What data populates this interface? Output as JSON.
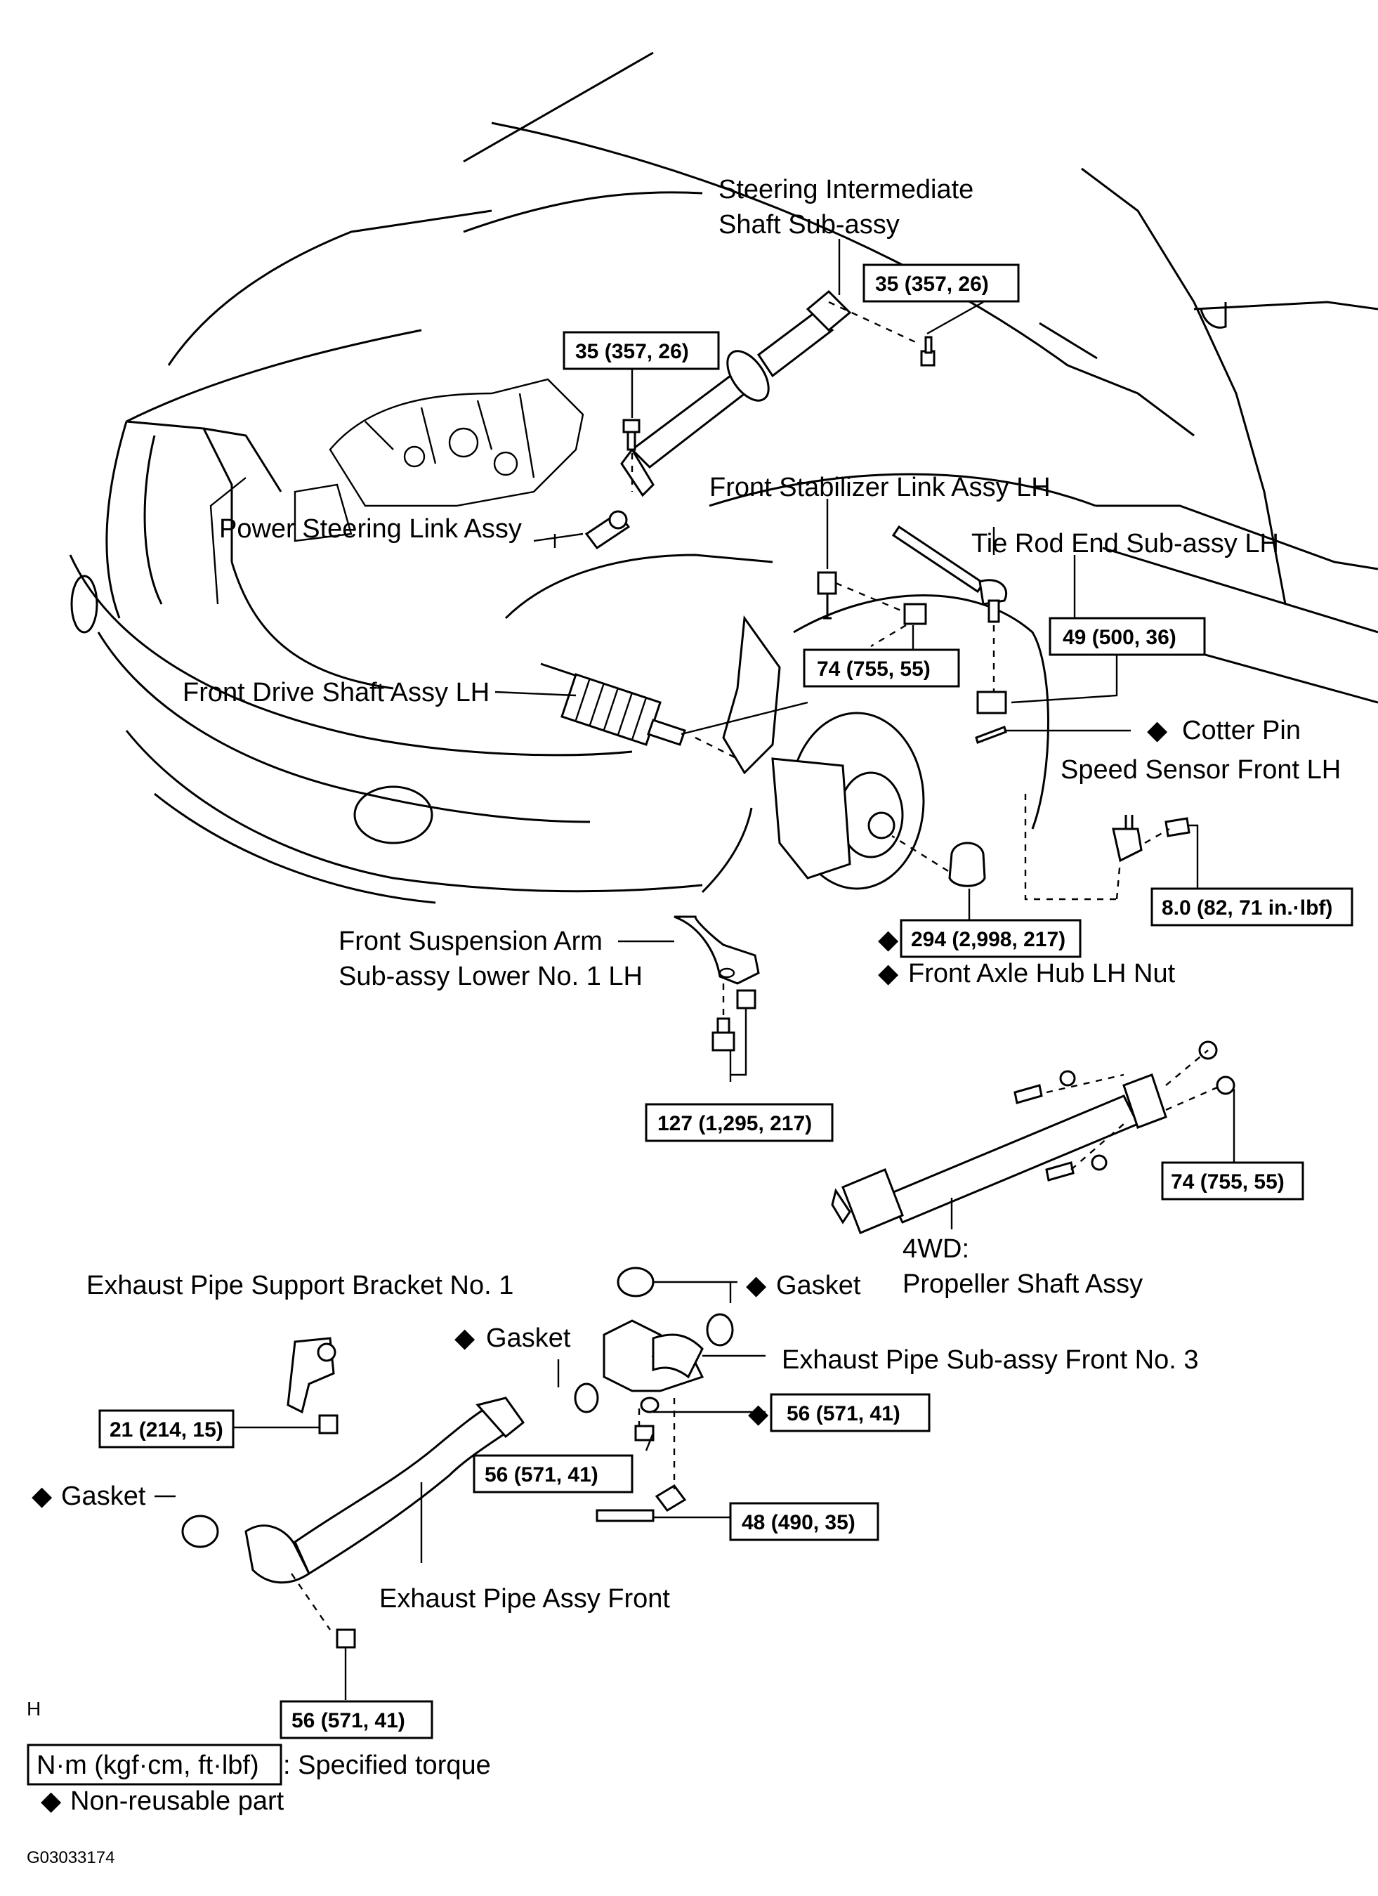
{
  "labels": {
    "steering_intermediate_1": "Steering Intermediate",
    "steering_intermediate_2": "Shaft  Sub-assy",
    "power_steering_link": "Power Steering Link Assy",
    "front_stabilizer_link": "Front Stabilizer Link Assy LH",
    "tie_rod_end": "Tie Rod End Sub-assy LH",
    "front_drive_shaft": "Front Drive Shaft Assy LH",
    "cotter_pin": "Cotter Pin",
    "speed_sensor": "Speed Sensor Front LH",
    "front_suspension_arm_1": "Front Suspension Arm",
    "front_suspension_arm_2": "Sub-assy Lower No. 1 LH",
    "front_axle_hub_nut": "Front Axle Hub LH Nut",
    "propeller_1": "4WD:",
    "propeller_2": "Propeller Shaft Assy",
    "exhaust_bracket": "Exhaust Pipe Support Bracket No. 1",
    "gasket_top": "Gasket",
    "gasket_mid": "Gasket",
    "gasket_left": "Gasket",
    "exhaust_sub_front3": "Exhaust Pipe Sub-assy Front No. 3",
    "exhaust_front": "Exhaust Pipe Assy Front",
    "view_letter": "H"
  },
  "torques": {
    "t1": "35 (357, 26)",
    "t2": "35 (357, 26)",
    "t3": "74 (755, 55)",
    "t4": "49 (500, 36)",
    "t5": "8.0 (82, 71 in.·lbf)",
    "t6": "294 (2,998, 217)",
    "t7": "127 (1,295, 217)",
    "t8": "74 (755, 55)",
    "t9": "21 (214, 15)",
    "t10": "56 (571, 41)",
    "t11": "56 (571, 41)",
    "t12": "48 (490, 35)",
    "t13": "56 (571, 41)"
  },
  "legend": {
    "unit_box": "N·m (kgf·cm, ft·lbf)",
    "unit_text": ": Specified torque",
    "nonreusable": "Non-reusable part"
  },
  "figure_code": "G03033174",
  "diamond_symbol": "◆",
  "colors": {
    "ink": "#000000",
    "background": "#ffffff"
  }
}
